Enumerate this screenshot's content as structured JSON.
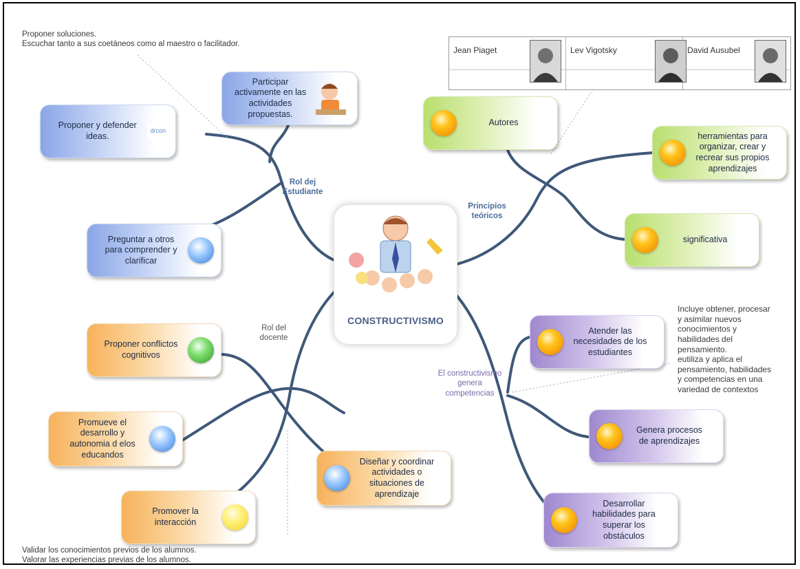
{
  "center": {
    "title": "CONSTRUCTIVISMO"
  },
  "branches": {
    "estudiante": "Rol dej\nEstudiante",
    "principios": "Principios\nteóricos",
    "docente": "Rol del\ndocente",
    "competencias": "El constructivismo\ngenera\ncompetencias"
  },
  "notes": {
    "top_left": "Proponer soluciones.\nEscuchar tanto a sus coetáneos como al maestro o facilitador.",
    "bottom_left": "Validar los conocimientos previos de los alumnos.\nValorar las experiencias previas de los alumnos.",
    "right": "Incluye obtener, procesar\ny asimilar nuevos\nconocimientos y\nhabilidades del\npensamiento.\neutiliza y aplica el\npensamiento, habilidades\ny competencias en una\nvariedad de contextos"
  },
  "authors": [
    "Jean Piaget",
    "Lev Vigotsky",
    "David Ausubel"
  ],
  "nodes": {
    "participar": "Participar\nactivamente en las\nactividades\npropuestas.",
    "proponer_defender": "Proponer y defender\nideas.",
    "proponer_defender_logo": "drcon",
    "preguntar": "Preguntar a otros\npara comprender y\nclarificar",
    "autores": "Autores",
    "herramientas": "herramientas para\norganizar, crear y\nrecrear sus propios\naprendizajes",
    "significativa": "significativa",
    "conflictos": "Proponer conflictos\ncognitivos",
    "promueve": "Promueve el\ndesarrollo y\nautonomia d elos\neducandos",
    "promover": "Promover la\ninteracción",
    "disenar": "Diseñar y coordinar\nactividades o\nsituaciones de\naprendizaje",
    "atender": "Atender las\nnecesidades de los\nestudiantes",
    "genera": "Genera procesos\nde aprendizajes",
    "desarrollar": "Desarrollar\nhabilidades para\nsuperar los\nobstáculos"
  },
  "colors": {
    "link": "#3f5879",
    "student_nodes": "#8aa6e6",
    "theory_nodes": "#b8df6e",
    "teacher_nodes": "#f7b25c",
    "competence_nodes": "#9f88cf"
  }
}
